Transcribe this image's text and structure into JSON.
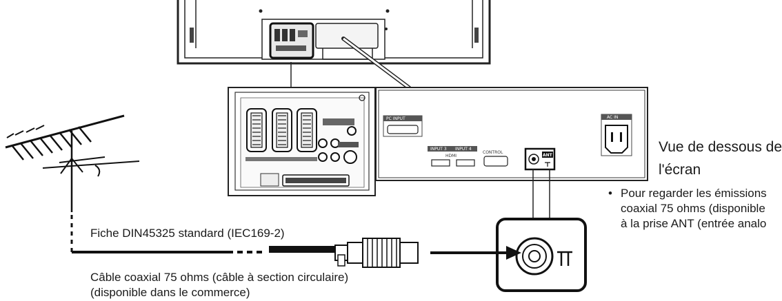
{
  "labels": {
    "underside_line1": "Vue de dessous de",
    "underside_line2": "l'écran",
    "note_line1": "Pour regarder les émissions",
    "note_line2": "coaxial 75 ohms (disponible",
    "note_line3": "à la prise ANT (entrée analo",
    "plug": "Fiche DIN45325 standard (IEC169-2)",
    "cable_line1": "Câble  coaxial 75 ohms (câble à section circulaire)",
    "cable_line2": "(disponible dans le commerce)"
  },
  "panel_markings": {
    "pc_input": "PC INPUT",
    "input3": "INPUT 3",
    "input4": "INPUT 4",
    "hdmi": "HDMI",
    "control": "CONTROL",
    "ant": "ANT",
    "ac_in": "AC IN"
  }
}
